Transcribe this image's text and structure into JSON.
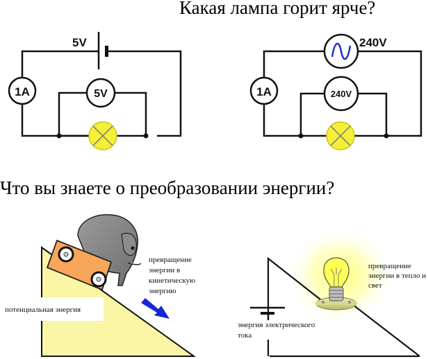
{
  "headings": {
    "question1": "Какая лампа горит ярче?",
    "question2": "Что вы знаете о преобразовании энергии?"
  },
  "circuit_dc": {
    "source_label": "5V",
    "ammeter_label": "1A",
    "voltmeter_label": "5V",
    "source_type": "battery",
    "lamp_color": "#f5ef3a"
  },
  "circuit_ac": {
    "source_label": "240V",
    "ammeter_label": "1A",
    "voltmeter_label": "240V",
    "source_type": "ac-generator",
    "wave_color": "#1f2fd6",
    "lamp_color": "#f5ef3a"
  },
  "slope_scene": {
    "potential_label": "потенциальная энергия",
    "kinetic_label": [
      "превращение",
      "энергии в",
      "кинетическую",
      "энергию"
    ],
    "slope_color": "#fbf5a6",
    "cart_color": "#f7a65a",
    "arrow_color": "#1727d6"
  },
  "bulb_scene": {
    "electric_label": [
      "энергия электрического",
      "тока"
    ],
    "heat_light_label": [
      "превращение",
      "энергии в тепло и",
      "свет"
    ],
    "glow_color": "#ffff66"
  }
}
